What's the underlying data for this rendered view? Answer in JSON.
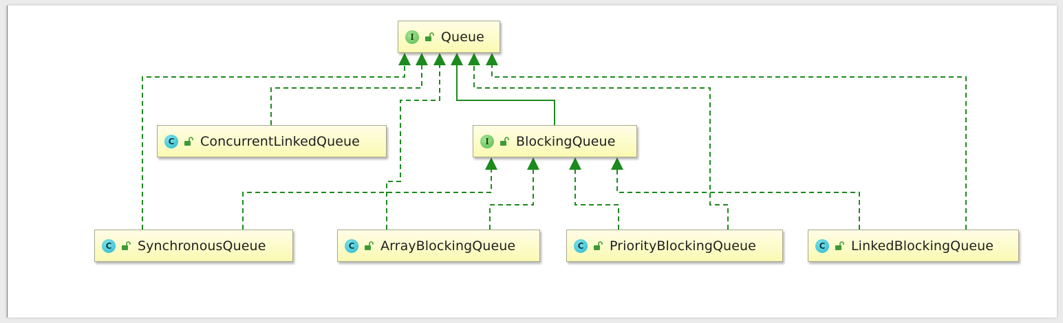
{
  "diagram": {
    "nodes": [
      {
        "id": "queue",
        "kind": "I",
        "name": "Queue"
      },
      {
        "id": "concurrent",
        "kind": "C",
        "name": "ConcurrentLinkedQueue"
      },
      {
        "id": "blocking",
        "kind": "I",
        "name": "BlockingQueue"
      },
      {
        "id": "sync",
        "kind": "C",
        "name": "SynchronousQueue"
      },
      {
        "id": "array",
        "kind": "C",
        "name": "ArrayBlockingQueue"
      },
      {
        "id": "priority",
        "kind": "C",
        "name": "PriorityBlockingQueue"
      },
      {
        "id": "linked",
        "kind": "C",
        "name": "LinkedBlockingQueue"
      }
    ],
    "edges": [
      {
        "from": "sync",
        "to": "queue",
        "relation": "implements"
      },
      {
        "from": "concurrent",
        "to": "queue",
        "relation": "implements"
      },
      {
        "from": "array",
        "to": "queue",
        "relation": "implements"
      },
      {
        "from": "blocking",
        "to": "queue",
        "relation": "extends"
      },
      {
        "from": "priority",
        "to": "queue",
        "relation": "implements"
      },
      {
        "from": "linked",
        "to": "queue",
        "relation": "implements"
      },
      {
        "from": "sync",
        "to": "blocking",
        "relation": "implements"
      },
      {
        "from": "array",
        "to": "blocking",
        "relation": "implements"
      },
      {
        "from": "priority",
        "to": "blocking",
        "relation": "implements"
      },
      {
        "from": "linked",
        "to": "blocking",
        "relation": "implements"
      }
    ],
    "colors": {
      "edge": "#1c8a1c",
      "node_fill": "#fafab2",
      "node_border": "#a7a78e",
      "interface_badge": "#58b84a",
      "class_badge": "#27b6c7"
    }
  }
}
